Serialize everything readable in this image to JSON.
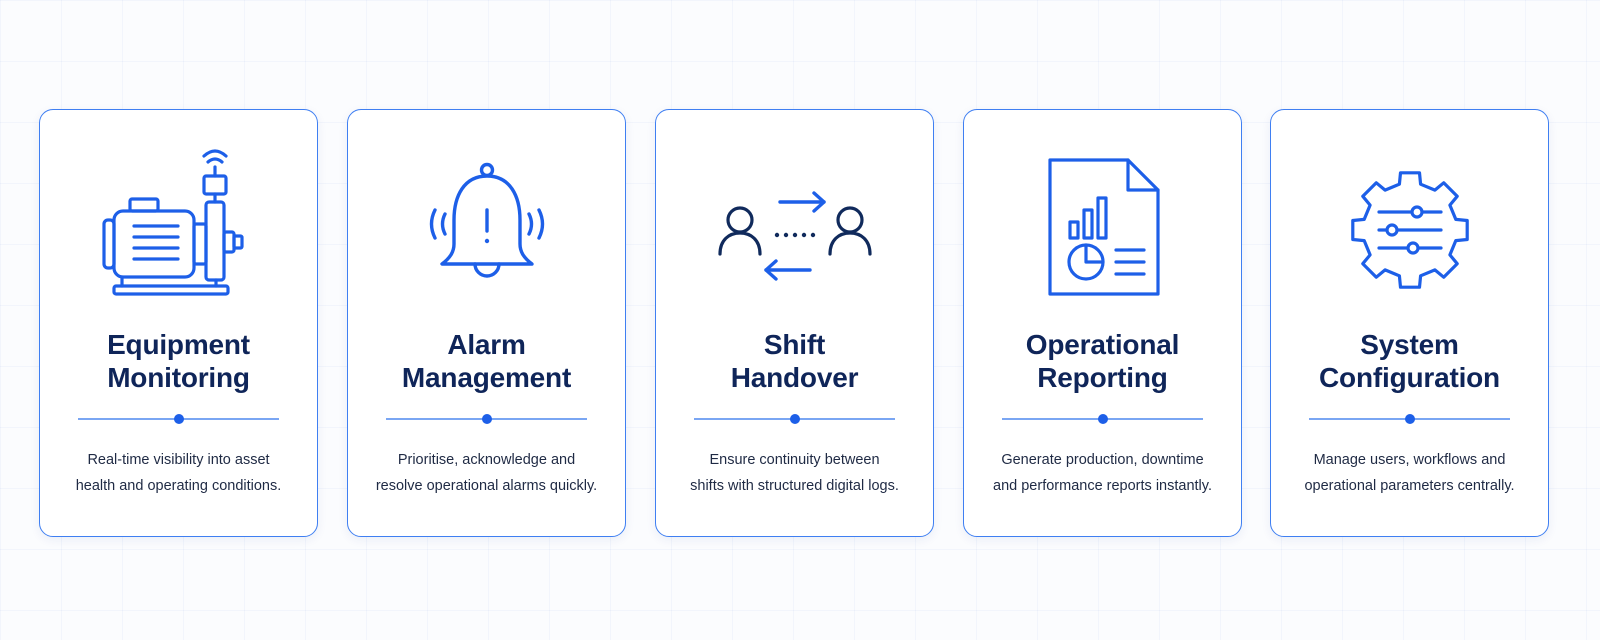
{
  "theme": {
    "accent": "#1d5fe8",
    "icon_dark": "#102a5c",
    "title_color": "#0f2559",
    "card_border": "#3f7ff2"
  },
  "cards": [
    {
      "icon": "pump-motor-sensor-icon",
      "title_lines": [
        "Equipment",
        "Monitoring"
      ],
      "description_lines": [
        "Real-time visibility into asset",
        "health and operating conditions."
      ]
    },
    {
      "icon": "ringing-bell-alert-icon",
      "title_lines": [
        "Alarm",
        "Management"
      ],
      "description_lines": [
        "Prioritise, acknowledge and",
        "resolve operational alarms quickly."
      ]
    },
    {
      "icon": "users-exchange-icon",
      "title_lines": [
        "Shift",
        "Handover"
      ],
      "description_lines": [
        "Ensure continuity between",
        "shifts with structured digital logs."
      ]
    },
    {
      "icon": "report-document-icon",
      "title_lines": [
        "Operational",
        "Reporting"
      ],
      "description_lines": [
        "Generate production, downtime",
        "and performance reports instantly."
      ]
    },
    {
      "icon": "gear-sliders-icon",
      "title_lines": [
        "System",
        "Configuration"
      ],
      "description_lines": [
        "Manage users, workflows and",
        "operational parameters centrally."
      ]
    }
  ]
}
